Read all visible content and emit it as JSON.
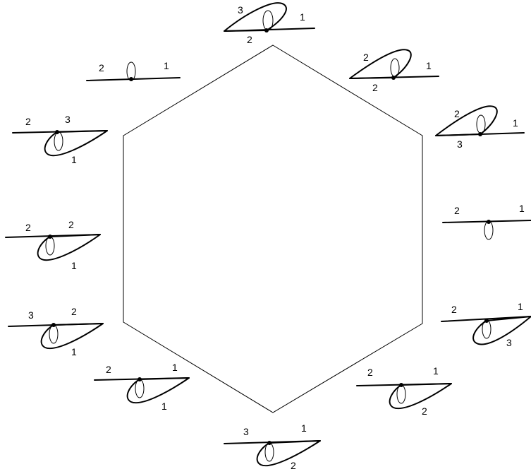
{
  "figures": [
    {
      "id": "top",
      "labels": [
        "3",
        "1",
        "2"
      ]
    },
    {
      "id": "upper-right",
      "labels": [
        "2",
        "1",
        "2"
      ]
    },
    {
      "id": "right-upper",
      "labels": [
        "2",
        "1",
        "3"
      ]
    },
    {
      "id": "right-middle",
      "labels": [
        "2",
        "1"
      ]
    },
    {
      "id": "right-lower",
      "labels": [
        "2",
        "1",
        "3"
      ]
    },
    {
      "id": "lower-right",
      "labels": [
        "2",
        "1",
        "2"
      ]
    },
    {
      "id": "bottom",
      "labels": [
        "3",
        "1",
        "2"
      ]
    },
    {
      "id": "lower-left",
      "labels": [
        "2",
        "1",
        "1"
      ]
    },
    {
      "id": "left-lower",
      "labels": [
        "3",
        "2",
        "1"
      ]
    },
    {
      "id": "left-middle",
      "labels": [
        "2",
        "2",
        "1"
      ]
    },
    {
      "id": "left-upper",
      "labels": [
        "2",
        "3",
        "1"
      ]
    },
    {
      "id": "upper-left",
      "labels": [
        "2",
        "1"
      ]
    }
  ]
}
